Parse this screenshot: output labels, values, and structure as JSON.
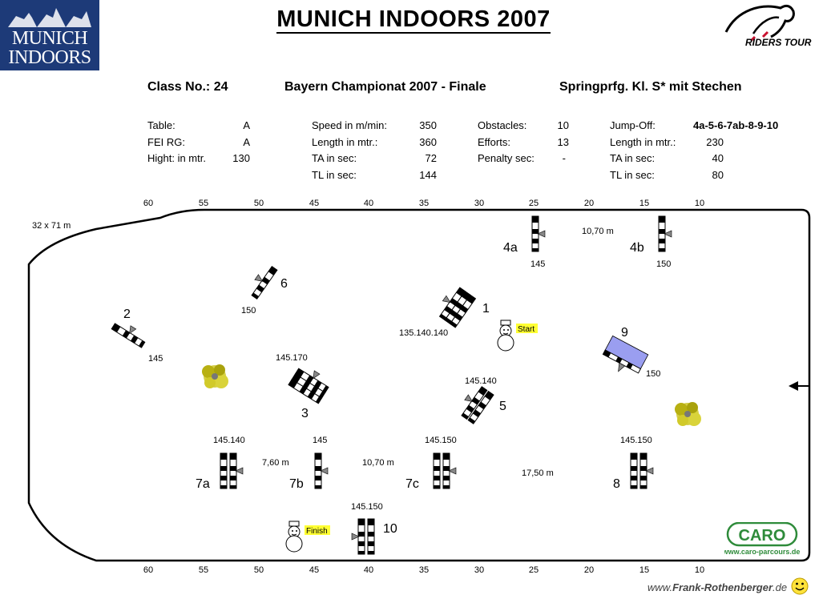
{
  "header": {
    "logo_left_line1": "MUNICH",
    "logo_left_line2": "INDOORS",
    "title": "MUNICH  INDOORS  2007",
    "riders_tour": "RIDERS TOUR"
  },
  "class_line": {
    "class_no": "Class No.: 24",
    "event": "Bayern Championat 2007 - Finale",
    "type": "Springprfg. Kl. S* mit Stechen"
  },
  "info": {
    "col1": [
      [
        "Table:",
        "A"
      ],
      [
        "FEI RG:",
        "A"
      ],
      [
        "Hight: in mtr.",
        "130"
      ]
    ],
    "col2": [
      [
        "Speed in m/min:",
        "350"
      ],
      [
        "Length in mtr.:",
        "360"
      ],
      [
        "TA in sec:",
        "72"
      ],
      [
        "TL in sec:",
        "144"
      ]
    ],
    "col3": [
      [
        "Obstacles:",
        "10"
      ],
      [
        "Efforts:",
        "13"
      ],
      [
        "Penalty sec:",
        "-"
      ]
    ],
    "col4": [
      [
        "Jump-Off:",
        "4a-5-6-7ab-8-9-10"
      ],
      [
        "Length in mtr.:",
        "230"
      ],
      [
        "TA in sec:",
        "40"
      ],
      [
        "TL in sec:",
        "80"
      ]
    ]
  },
  "arena": {
    "size": "32 x 71 m",
    "scale_top": [
      "60",
      "55",
      "50",
      "45",
      "40",
      "35",
      "30",
      "25",
      "20",
      "15",
      "10"
    ],
    "scale_bottom": [
      "60",
      "55",
      "50",
      "45",
      "40",
      "35",
      "30",
      "25",
      "20",
      "15",
      "10"
    ]
  },
  "obstacles": {
    "o1": {
      "num": "1",
      "height": "135.140.140"
    },
    "o2": {
      "num": "2",
      "height": "145"
    },
    "o3": {
      "num": "3",
      "height": "145.170"
    },
    "o4a": {
      "num": "4a",
      "height": "145"
    },
    "o4b": {
      "num": "4b",
      "height": "150"
    },
    "o5": {
      "num": "5",
      "height": "145.140"
    },
    "o6": {
      "num": "6",
      "height": "150"
    },
    "o7a": {
      "num": "7a",
      "height": "145.140"
    },
    "o7b": {
      "num": "7b",
      "height": "145"
    },
    "o7c": {
      "num": "7c",
      "height": "145.150"
    },
    "o8": {
      "num": "8",
      "height": "145.150"
    },
    "o9": {
      "num": "9",
      "height": "150"
    },
    "o10": {
      "num": "10",
      "height": "145.150"
    }
  },
  "distances": {
    "d4": "10,70 m",
    "d7ab": "7,60 m",
    "d7bc": "10,70 m",
    "d78": "17,50 m"
  },
  "markers": {
    "start": "Start",
    "finish": "Finish"
  },
  "footer": {
    "caro": "CARO",
    "caro_url": "www.caro-parcours.de",
    "credit_prefix": "www.",
    "credit_name": "Frank-Rothenberger",
    "credit_suffix": ".de"
  },
  "colors": {
    "logo_bg": "#1d3a78",
    "water": "#9a9ef0",
    "start_bg": "#ffff33",
    "caro_green": "#2e8b3a",
    "tree": "#c9c21a"
  }
}
